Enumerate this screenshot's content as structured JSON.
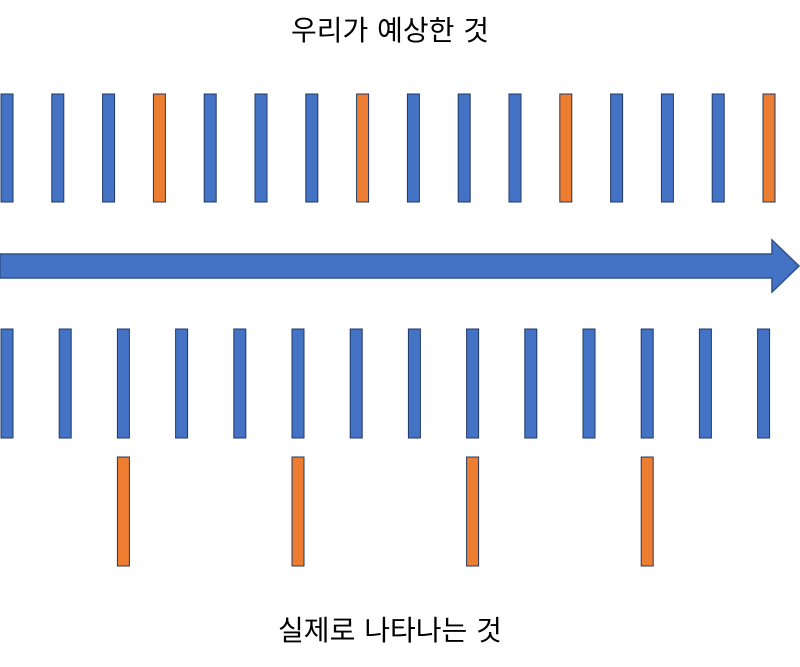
{
  "labels": {
    "expected": "우리가 예상한 것",
    "actual": "실제로 나타나는 것"
  },
  "colors": {
    "regular": "#4472C4",
    "highlight": "#ED7D31",
    "stroke": "#1F3864",
    "arrow": "#4472C4"
  },
  "expected_row": {
    "count": 16,
    "highlighted": [
      3,
      7,
      11,
      15
    ]
  },
  "actual_row": {
    "count": 14,
    "highlighted_below": [
      2,
      5,
      8,
      11
    ]
  }
}
